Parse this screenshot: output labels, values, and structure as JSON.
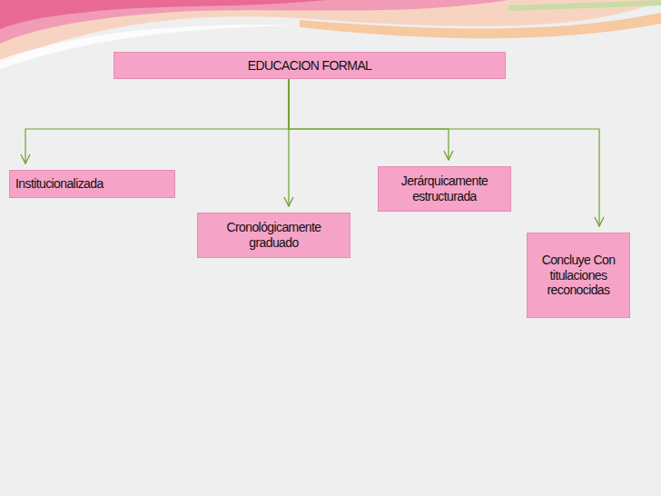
{
  "diagram": {
    "nodes": [
      {
        "text": [
          "EDUCACION FORMAL"
        ]
      },
      {
        "text": [
          "Institucionalizada"
        ]
      },
      {
        "text": [
          "Cronológicamente graduado"
        ]
      },
      {
        "text": [
          "Jerárquicamente estructurada"
        ]
      },
      {
        "text": [
          "Concluye Con titulaciones reconocidas"
        ]
      }
    ],
    "edges": [
      {
        "from": 0,
        "to": 1,
        "arrow": "to"
      },
      {
        "from": 0,
        "to": 2,
        "arrow": "to"
      },
      {
        "from": 0,
        "to": 3,
        "arrow": "to"
      },
      {
        "from": 0,
        "to": 4,
        "arrow": "to"
      }
    ]
  }
}
